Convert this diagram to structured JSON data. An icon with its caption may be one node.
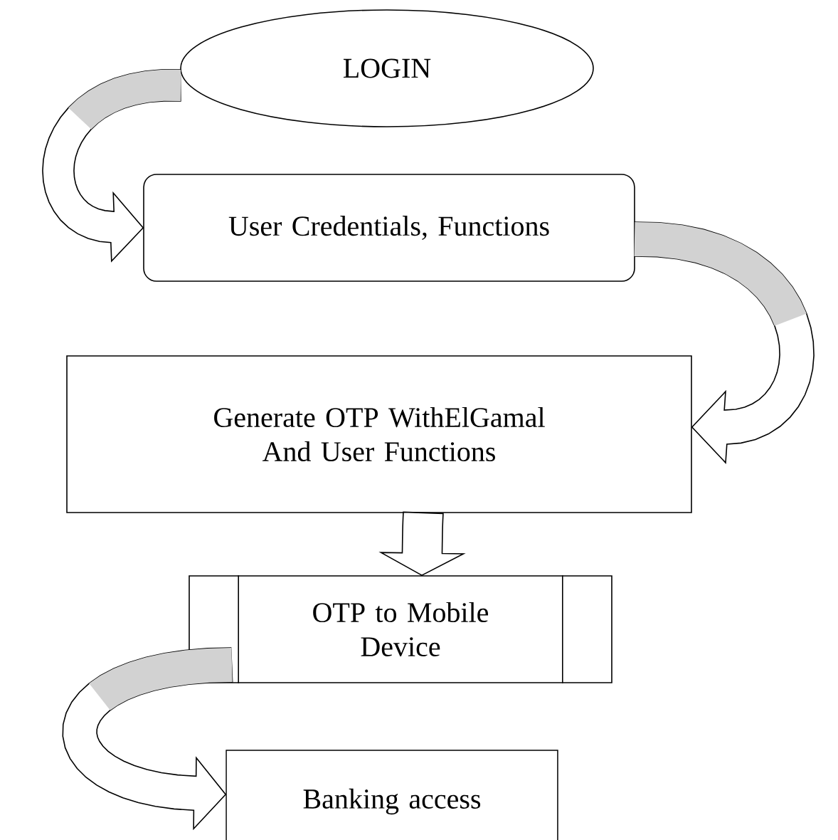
{
  "diagram": {
    "nodes": [
      {
        "text": [
          "LOGIN"
        ]
      },
      {
        "text": [
          "User Credentials, Functions"
        ]
      },
      {
        "text": [
          "Generate OTP WithElGamal And User Functions"
        ]
      },
      {
        "text": [
          "OTP to Mobile Device"
        ]
      },
      {
        "text": [
          "Banking access"
        ]
      }
    ],
    "edges": [
      {
        "from": 0,
        "to": 1,
        "arrow": "to"
      },
      {
        "from": 1,
        "to": 2,
        "arrow": "to"
      },
      {
        "from": 2,
        "to": 3,
        "arrow": "to"
      },
      {
        "from": 3,
        "to": 4,
        "arrow": "to"
      }
    ]
  }
}
